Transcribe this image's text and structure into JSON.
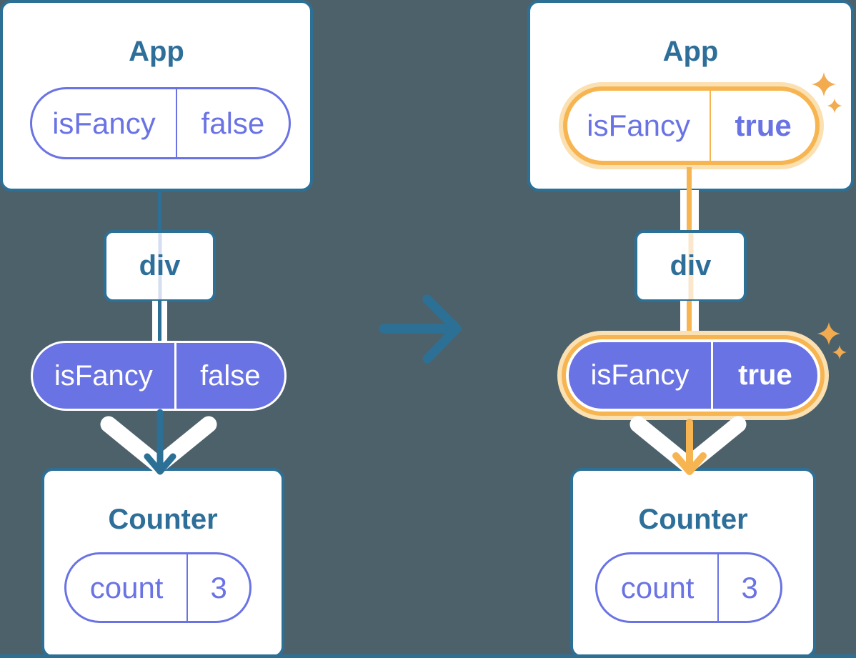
{
  "left": {
    "app": {
      "title": "App"
    },
    "app_pill": {
      "key": "isFancy",
      "value": "false"
    },
    "div_node": {
      "label": "div"
    },
    "prop_pill": {
      "key": "isFancy",
      "value": "false"
    },
    "counter": {
      "title": "Counter"
    },
    "counter_pill": {
      "key": "count",
      "value": "3"
    }
  },
  "right": {
    "app": {
      "title": "App"
    },
    "app_pill": {
      "key": "isFancy",
      "value": "true"
    },
    "div_node": {
      "label": "div"
    },
    "prop_pill": {
      "key": "isFancy",
      "value": "true"
    },
    "counter": {
      "title": "Counter"
    },
    "counter_pill": {
      "key": "count",
      "value": "3"
    }
  },
  "icons": {
    "transition": "right-arrow-icon",
    "flow": "down-arrow-icon",
    "highlight": "sparkle-icon"
  },
  "colors": {
    "background": "#4d616b",
    "card_border_blue": "#2d7096",
    "title_text_blue": "#2e6f9a",
    "purple": "#6a73e4",
    "orange": "#f7b551",
    "orange_glow": "#fbe0b2",
    "sparkle_orange": "#f2ac4f",
    "in_node_line_blue": "#d7def2",
    "in_node_line_orange": "#fbe8cc",
    "white": "#ffffff"
  }
}
